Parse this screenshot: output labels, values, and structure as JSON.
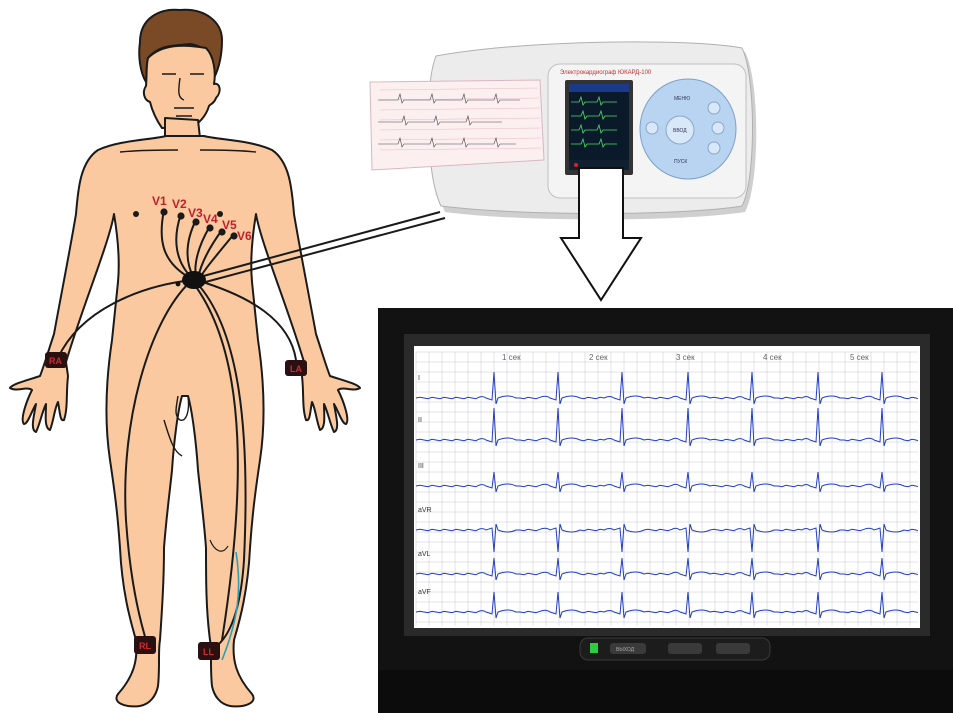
{
  "colors": {
    "skin": "#fbc9a0",
    "outline": "#1a1a1a",
    "electrode_label": "#c0202a",
    "ecg_trace": "#1f3fbf",
    "grid": "#c8c8d0",
    "monitor_frame": "#111111",
    "device_body": "#e8e8e8",
    "device_screen": "#0a1a2a",
    "device_keypad": "#b8d4f0",
    "status_led": "#2ecc40"
  },
  "body_diagram": {
    "chest_electrodes": [
      "V1",
      "V2",
      "V3",
      "V4",
      "V5",
      "V6"
    ],
    "limb_electrodes": {
      "right_arm": "RA",
      "left_arm": "LA",
      "right_leg": "RL",
      "left_leg": "LL"
    }
  },
  "monitor": {
    "time_marks": [
      "1 сек",
      "2 сек",
      "3 сек",
      "4 сек",
      "5 сек"
    ],
    "lead_labels": [
      "I",
      "II",
      "III",
      "aVR",
      "aVL",
      "aVF"
    ],
    "control_button": "ВЫХОД"
  },
  "device": {
    "brand_text": "Электрокардиограф ЮКАРД-100",
    "keypad": {
      "center_label": "ВВОД",
      "up_label": "МЕНЮ",
      "down_label": "ПУСК"
    }
  },
  "icons": [
    "down-arrow-icon",
    "power-led-icon"
  ]
}
